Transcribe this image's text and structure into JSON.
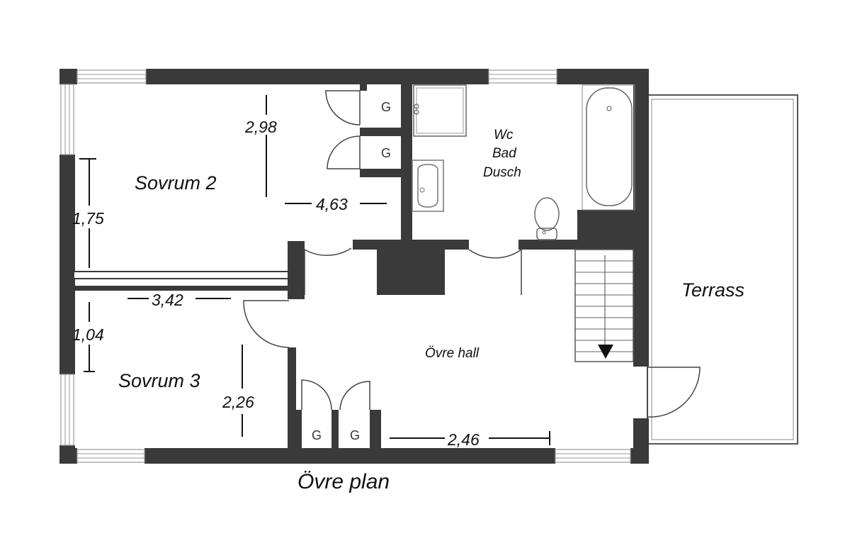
{
  "plan": {
    "title": "Övre plan",
    "rooms": {
      "sovrum2": "Sovrum 2",
      "sovrum3": "Sovrum 3",
      "wc_line1": "Wc",
      "wc_line2": "Bad",
      "wc_line3": "Dusch",
      "hall": "Övre hall",
      "terrass": "Terrass"
    },
    "dimensions": {
      "d298": "2,98",
      "d463": "4,63",
      "d175": "1,75",
      "d342": "3,42",
      "d104": "1,04",
      "d226": "2,26",
      "d246": "2,46"
    },
    "closet_label": "G"
  }
}
